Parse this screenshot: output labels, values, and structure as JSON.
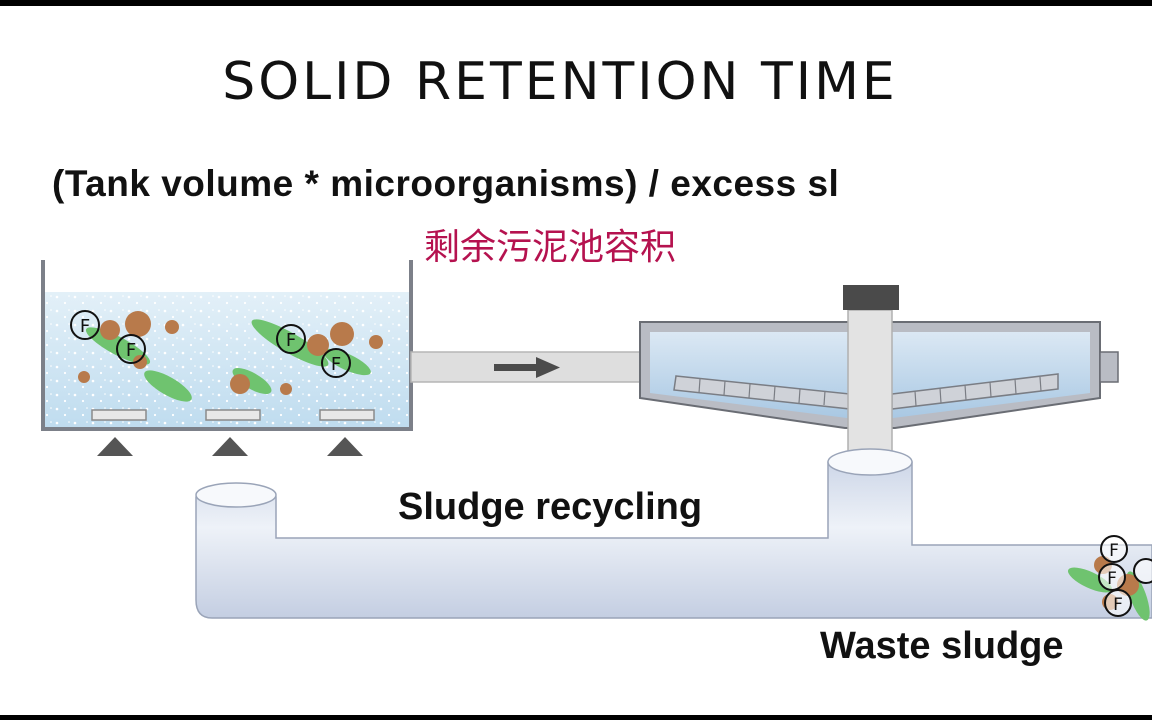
{
  "title": "SOLID RETENTION TIME",
  "formula": "(Tank volume * microorganisms) / excess sl",
  "subtitle_cn": "剩余污泥池容积",
  "labels": {
    "sludge_recycling": "Sludge recycling",
    "waste_sludge": "Waste sludge"
  },
  "microbe_letter": "F",
  "colors": {
    "water": "#cfe6f4",
    "pipe": "#dfe5f0",
    "floc_brown": "#b87a4b",
    "floc_green": "#6fc36f",
    "accent_red": "#b5124f"
  }
}
